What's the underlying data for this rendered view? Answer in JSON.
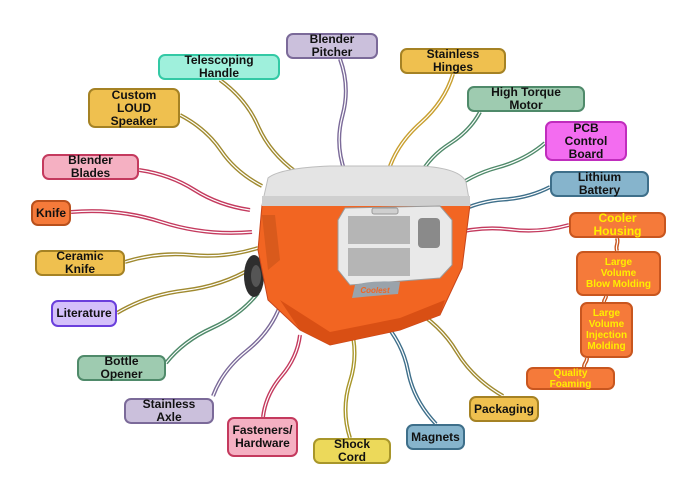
{
  "diagram": {
    "type": "mind-map",
    "center": {
      "label": "Coolest Cooler",
      "image": "orange-cooler-product-photo",
      "brand_text": "Coolest"
    },
    "nodes": [
      {
        "id": "blender-pitcher",
        "label": "Blender Pitcher",
        "fill": "#cbc0dc",
        "stroke": "#7b6a99",
        "line": "#7b6a99"
      },
      {
        "id": "telescoping-handle",
        "label": "Telescoping Handle",
        "fill": "#9ff0dc",
        "stroke": "#33c9a5",
        "line": "#a08a30"
      },
      {
        "id": "stainless-hinges",
        "label": "Stainless Hinges",
        "fill": "#efc04f",
        "stroke": "#a58224",
        "line": "#c9a030"
      },
      {
        "id": "custom-loud-speaker",
        "label": "Custom LOUD\nSpeaker",
        "fill": "#efc04f",
        "stroke": "#a58224",
        "line": "#a08a30"
      },
      {
        "id": "high-torque-motor",
        "label": "High Torque Motor",
        "fill": "#9ecbb0",
        "stroke": "#4f8a6a",
        "line": "#4f8a6a"
      },
      {
        "id": "pcb-control-board",
        "label": "PCB Control\nBoard",
        "fill": "#f36cf0",
        "stroke": "#c02dbd",
        "line": "#4f8a6a"
      },
      {
        "id": "blender-blades",
        "label": "Blender Blades",
        "fill": "#f5b0c2",
        "stroke": "#c43a5e",
        "line": "#c43a5e"
      },
      {
        "id": "lithium-battery",
        "label": "Lithium Battery",
        "fill": "#86b4cc",
        "stroke": "#3e6f8a",
        "line": "#3e6f8a"
      },
      {
        "id": "knife",
        "label": "Knife",
        "fill": "#f57a3a",
        "stroke": "#b8501c",
        "line": "#c43a5e"
      },
      {
        "id": "cooler-housing",
        "label": "Cooler Housing",
        "fill": "#f57a3a",
        "stroke": "#c8561f",
        "line": "#c43a5e",
        "highlight": true
      },
      {
        "id": "ceramic-knife",
        "label": "Ceramic Knife",
        "fill": "#efc04f",
        "stroke": "#a58224",
        "line": "#a08a30"
      },
      {
        "id": "literature",
        "label": "Literature",
        "fill": "#d4c0fa",
        "stroke": "#6a3fdc",
        "line": "#a08a30"
      },
      {
        "id": "bottle-opener",
        "label": "Bottle Opener",
        "fill": "#9ecbb0",
        "stroke": "#4f8a6a",
        "line": "#4f8a6a"
      },
      {
        "id": "stainless-axle",
        "label": "Stainless Axle",
        "fill": "#cbc0dc",
        "stroke": "#7b6a99",
        "line": "#7b6a99"
      },
      {
        "id": "fasteners-hardware",
        "label": "Fasteners/\nHardware",
        "fill": "#f5b0c2",
        "stroke": "#c43a5e",
        "line": "#c43a5e"
      },
      {
        "id": "shock-cord",
        "label": "Shock Cord",
        "fill": "#ecd95a",
        "stroke": "#a8962a",
        "line": "#a8962a"
      },
      {
        "id": "magnets",
        "label": "Magnets",
        "fill": "#86b4cc",
        "stroke": "#3e6f8a",
        "line": "#3e6f8a"
      },
      {
        "id": "packaging",
        "label": "Packaging",
        "fill": "#efc04f",
        "stroke": "#a58224",
        "line": "#a08a30"
      }
    ],
    "sub_nodes": [
      {
        "id": "large-volume-blow-molding",
        "parent": "cooler-housing",
        "label": "Large\nVolume\nBlow Molding",
        "fill": "#f57a3a",
        "stroke": "#c8561f"
      },
      {
        "id": "large-volume-injection-molding",
        "parent": "cooler-housing",
        "label": "Large\nVolume\nInjection\nMolding",
        "fill": "#f57a3a",
        "stroke": "#c8561f"
      },
      {
        "id": "quality-foaming",
        "parent": "cooler-housing",
        "label": "Quality Foaming",
        "fill": "#f57a3a",
        "stroke": "#c8561f"
      }
    ]
  }
}
